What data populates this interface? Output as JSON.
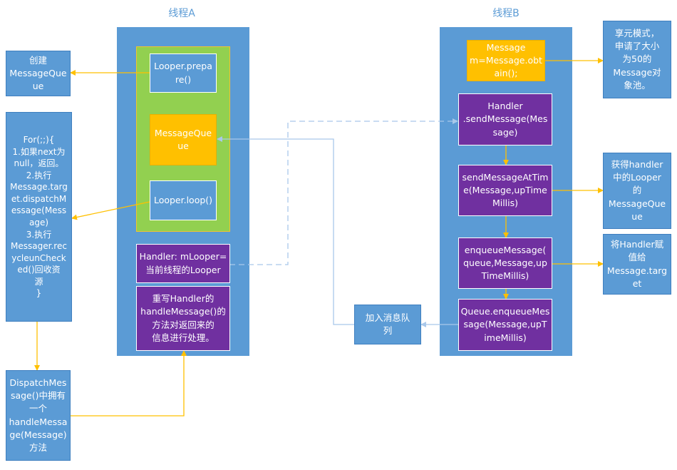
{
  "thread_a": {
    "title": "线程A",
    "prepare": "Looper.prepa\nre()",
    "queue": "MessageQue\nue",
    "loop": "Looper.loop()",
    "handler_looper": "Handler: mLooper=\n当前线程的Looper",
    "handle_message": "重写Handler的\nhandleMessage()的\n方法对返回来的\n信息进行处理。"
  },
  "thread_b": {
    "title": "线程B",
    "obtain": "Message\nm=Message.obt\nain();",
    "send": "Handler\n.sendMessage(Mes\nsage)",
    "send_at_time": "sendMessageAtTim\ne(Message,upTime\nMillis)",
    "enqueue": "enqueueMessage(\nqueue,Message,up\nTimeMillis)",
    "queue_enqueue": "Queue.enqueueMes\nsage(Message,upT\nimeMillis)"
  },
  "notes": {
    "create_queue": "创建\nMessageQue\nue",
    "loop_detail": "For(;;){\n1.如果next为\nnull，返回。\n2.执行\nMessage.targ\net.dispatchM\nessage(Mess\nage)\n3.执行\nMessager.rec\nycleunCheck\ned()回收资\n源\n}",
    "dispatch": "DispatchMes\nsage()中拥有\n一个\nhandleMessa\nge(Message)\n方法",
    "flyweight": "享元模式，\n申请了大小\n为50的\nMessage对\n象池。",
    "get_looper": "获得handler\n中的Looper\n的\nMessageQue\nue",
    "assign_target": "将Handler赋\n值给\nMessage.targ\net",
    "add_queue": "加入消息队\n列"
  }
}
